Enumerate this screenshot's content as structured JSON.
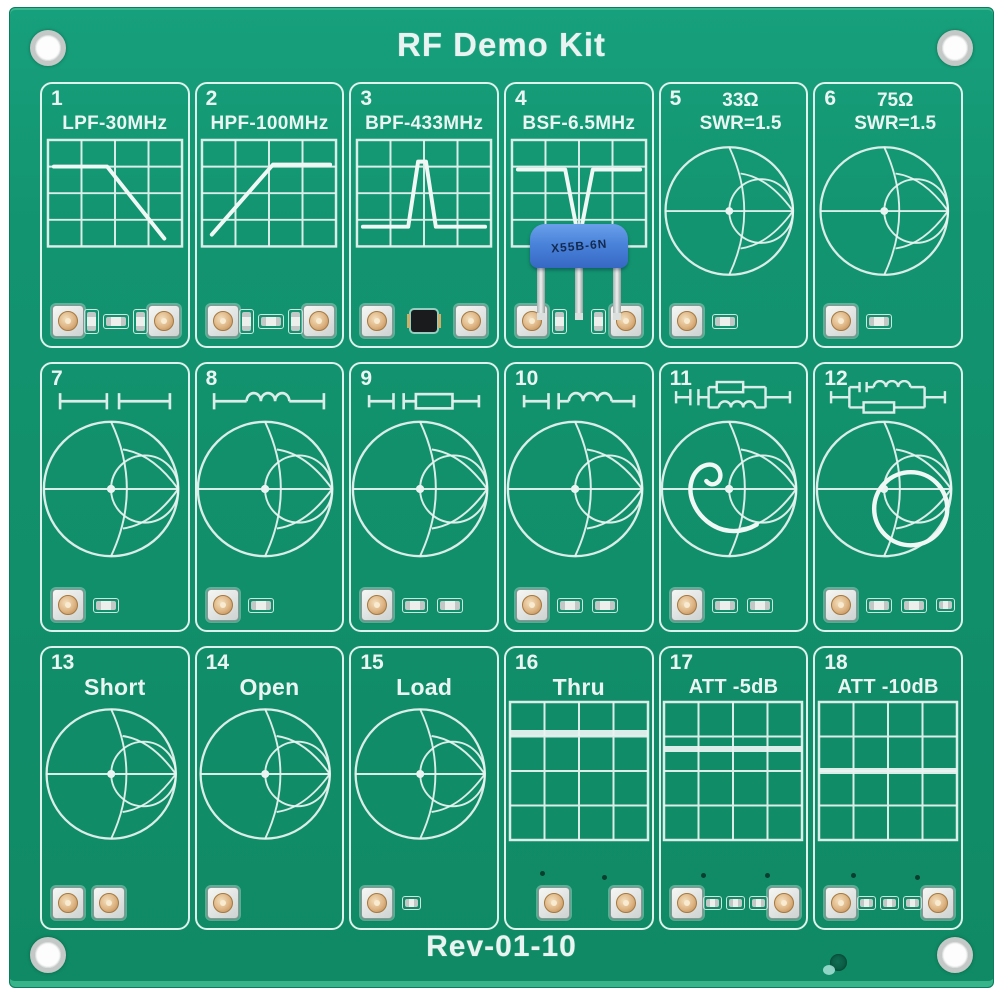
{
  "board": {
    "title": "RF Demo Kit",
    "revision": "Rev-01-10",
    "pcb_color": "#12936e",
    "silkscreen_color": "#e8f3f1",
    "cells": [
      {
        "number": "1",
        "label": "LPF-30MHz",
        "kind": "filter-graph",
        "curve": "lowpass"
      },
      {
        "number": "2",
        "label": "HPF-100MHz",
        "kind": "filter-graph",
        "curve": "highpass"
      },
      {
        "number": "3",
        "label": "BPF-433MHz",
        "kind": "filter-graph",
        "curve": "bandpass"
      },
      {
        "number": "4",
        "label": "BSF-6.5MHz",
        "kind": "filter-graph",
        "curve": "bandstop",
        "component_marking": "X55B-6N"
      },
      {
        "number": "5",
        "label": "33Ω",
        "sublabel": "SWR=1.5",
        "kind": "smith-chart"
      },
      {
        "number": "6",
        "label": "75Ω",
        "sublabel": "SWR=1.5",
        "kind": "smith-chart"
      },
      {
        "number": "7",
        "symbol": "series-capacitor",
        "kind": "smith-chart"
      },
      {
        "number": "8",
        "symbol": "series-inductor",
        "kind": "smith-chart"
      },
      {
        "number": "9",
        "symbol": "series-capacitor-resistor",
        "kind": "smith-chart"
      },
      {
        "number": "10",
        "symbol": "series-capacitor-inductor",
        "kind": "smith-chart"
      },
      {
        "number": "11",
        "symbol": "capacitor-parallel-resistor-inductor",
        "kind": "smith-chart-trace"
      },
      {
        "number": "12",
        "symbol": "parallel-capacitor-inductor-resistor",
        "kind": "smith-chart-trace"
      },
      {
        "number": "13",
        "label": "Short",
        "kind": "smith-chart"
      },
      {
        "number": "14",
        "label": "Open",
        "kind": "smith-chart"
      },
      {
        "number": "15",
        "label": "Load",
        "kind": "smith-chart"
      },
      {
        "number": "16",
        "label": "Thru",
        "kind": "attenuation-graph"
      },
      {
        "number": "17",
        "label": "ATT -5dB",
        "kind": "attenuation-graph"
      },
      {
        "number": "18",
        "label": "ATT -10dB",
        "kind": "attenuation-graph"
      }
    ]
  }
}
